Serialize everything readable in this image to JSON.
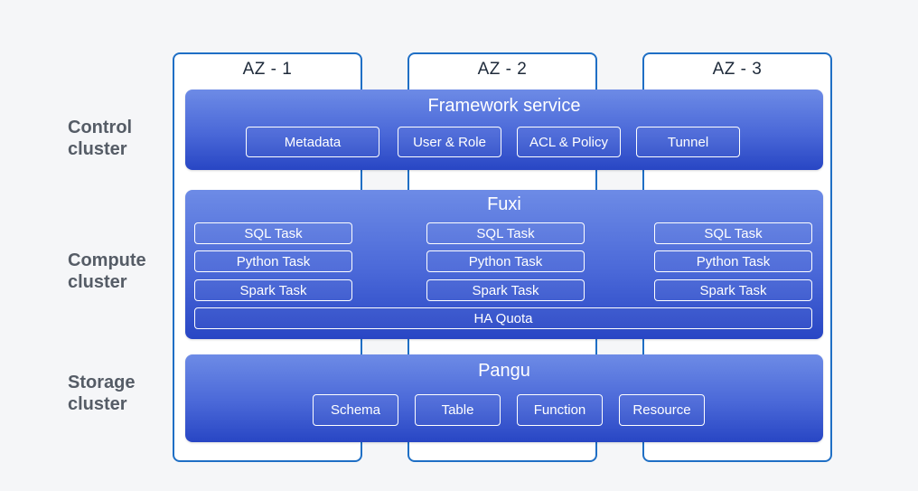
{
  "availability_zones": [
    "AZ - 1",
    "AZ - 2",
    "AZ - 3"
  ],
  "row_labels": {
    "control": [
      "Control",
      "cluster"
    ],
    "compute": [
      "Compute",
      "cluster"
    ],
    "storage": [
      "Storage",
      "cluster"
    ]
  },
  "framework": {
    "title": "Framework service",
    "items": [
      "Metadata",
      "User & Role",
      "ACL & Policy",
      "Tunnel"
    ]
  },
  "fuxi": {
    "title": "Fuxi",
    "tasks": [
      "SQL Task",
      "Python Task",
      "Spark Task"
    ],
    "quota": "HA Quota"
  },
  "pangu": {
    "title": "Pangu",
    "items": [
      "Schema",
      "Table",
      "Function",
      "Resource"
    ]
  },
  "colors": {
    "az_border": "#1f6fc5",
    "layer_top": "#6d8be6",
    "layer_bottom": "#2846c4",
    "label_text": "#555c66"
  }
}
